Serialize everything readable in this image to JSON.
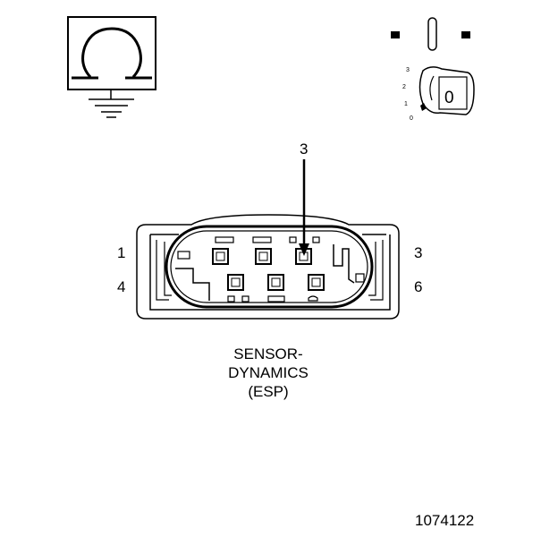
{
  "connector": {
    "pin_label_top_left": "1",
    "pin_label_bottom_left": "4",
    "pin_label_top_right": "3",
    "pin_label_bottom_right": "6",
    "callout_pin": "3"
  },
  "ignition": {
    "key_position": "0",
    "positions": [
      "3",
      "2",
      "1",
      "0"
    ]
  },
  "caption": {
    "line1": "SENSOR-",
    "line2": "DYNAMICS",
    "line3": "(ESP)"
  },
  "figure_number": "1074122"
}
